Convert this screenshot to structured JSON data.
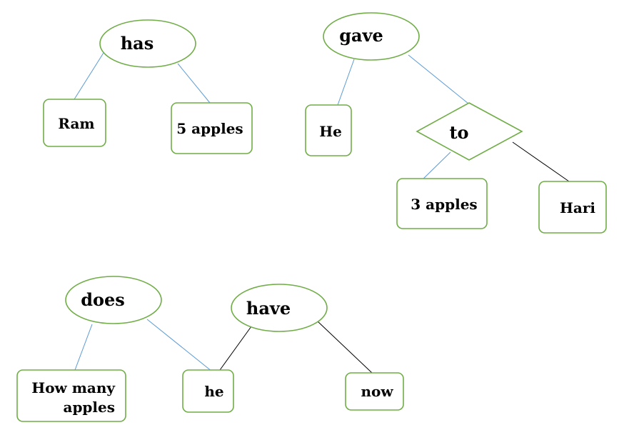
{
  "colors": {
    "node_outline": "#70ad47",
    "edge_blue": "#5b9bd5",
    "edge_black": "#000000"
  },
  "trees": [
    {
      "nodes": [
        {
          "id": "has",
          "shape": "ellipse",
          "label": "has"
        },
        {
          "id": "ram",
          "shape": "rounded-rect",
          "label": "Ram"
        },
        {
          "id": "five-apples",
          "shape": "rounded-rect",
          "label": "5 apples"
        }
      ],
      "edges": [
        {
          "from": "has",
          "to": "ram",
          "color": "blue"
        },
        {
          "from": "has",
          "to": "five-apples",
          "color": "blue"
        }
      ]
    },
    {
      "nodes": [
        {
          "id": "gave",
          "shape": "ellipse",
          "label": "gave"
        },
        {
          "id": "he-1",
          "shape": "rounded-rect",
          "label": "He"
        },
        {
          "id": "to",
          "shape": "diamond",
          "label": "to"
        },
        {
          "id": "three-apples",
          "shape": "rounded-rect",
          "label": "3 apples"
        },
        {
          "id": "hari",
          "shape": "rounded-rect",
          "label": "Hari"
        }
      ],
      "edges": [
        {
          "from": "gave",
          "to": "he-1",
          "color": "blue"
        },
        {
          "from": "gave",
          "to": "to",
          "color": "blue"
        },
        {
          "from": "to",
          "to": "three-apples",
          "color": "blue"
        },
        {
          "from": "to",
          "to": "hari",
          "color": "black"
        }
      ]
    },
    {
      "nodes": [
        {
          "id": "does",
          "shape": "ellipse",
          "label": "does"
        },
        {
          "id": "how-many-apples",
          "shape": "rounded-rect",
          "label_lines": [
            "How many",
            "apples"
          ]
        },
        {
          "id": "he-2",
          "shape": "rounded-rect",
          "label": "he"
        },
        {
          "id": "have",
          "shape": "ellipse",
          "label": "have"
        },
        {
          "id": "now",
          "shape": "rounded-rect",
          "label": "now"
        }
      ],
      "edges": [
        {
          "from": "does",
          "to": "how-many-apples",
          "color": "blue"
        },
        {
          "from": "does",
          "to": "he-2",
          "color": "blue"
        },
        {
          "from": "have",
          "to": "he-2",
          "color": "black"
        },
        {
          "from": "have",
          "to": "now",
          "color": "black"
        }
      ]
    }
  ]
}
